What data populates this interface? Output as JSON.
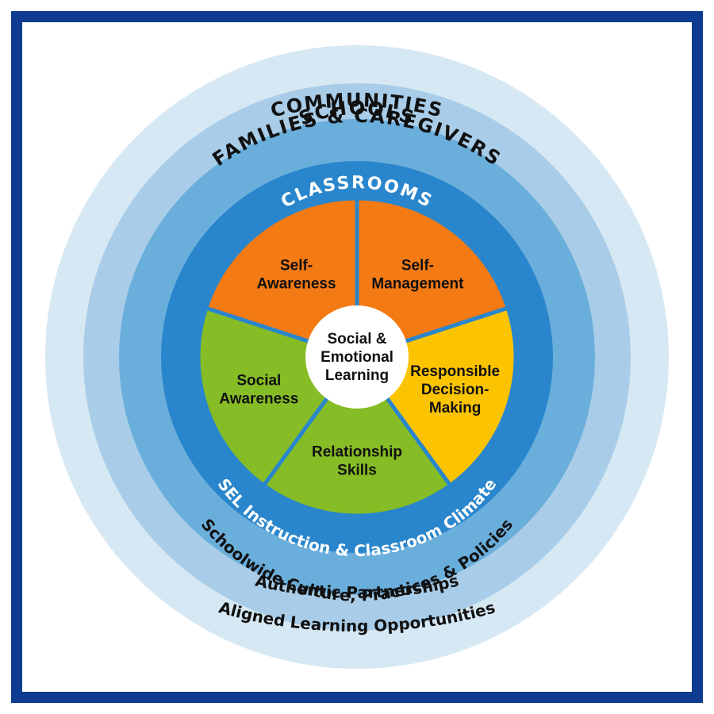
{
  "rings": {
    "communities": "COMMUNITIES",
    "families": "FAMILIES & CAREGIVERS",
    "schools": "SCHOOLS",
    "classrooms": "CLASSROOMS"
  },
  "bottom_labels": {
    "sel_instruction": "SEL Instruction & Classroom Climate",
    "schoolwide": "Schoolwide Culture, Practices & Policies",
    "partnerships": "Authentic Partnerships",
    "aligned": "Aligned Learning Opportunities"
  },
  "center": {
    "line1": "Social &",
    "line2": "Emotional",
    "line3": "Learning"
  },
  "segments": [
    {
      "id": "self-awareness",
      "lines": [
        "Self-",
        "Awareness"
      ],
      "color": "#f47a14"
    },
    {
      "id": "self-management",
      "lines": [
        "Self-",
        "Management"
      ],
      "color": "#f47a14"
    },
    {
      "id": "responsible-decision-making",
      "lines": [
        "Responsible",
        "Decision-",
        "Making"
      ],
      "color": "#fcc400"
    },
    {
      "id": "relationship-skills",
      "lines": [
        "Relationship",
        "Skills"
      ],
      "color": "#86bc25"
    },
    {
      "id": "social-awareness",
      "lines": [
        "Social",
        "Awareness"
      ],
      "color": "#86bc25"
    }
  ],
  "colors": {
    "frame": "#0d3b8f",
    "ring_communities": "#d6e8f3",
    "ring_families": "#a9cde8",
    "ring_schools": "#6aaedc",
    "ring_classrooms": "#2a86cc",
    "ring_text_dark": "#111111",
    "ring_text_light": "#ffffff",
    "center": "#ffffff"
  }
}
